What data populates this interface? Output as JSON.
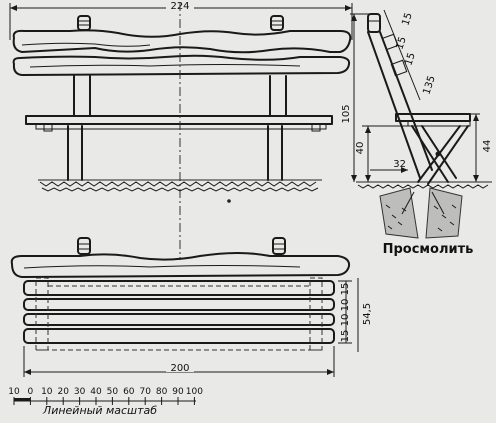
{
  "dimensions": {
    "total_width": "224",
    "height": "105",
    "side_top_1": "15",
    "side_top_2": "15",
    "side_top_3": "15",
    "side_back": "135",
    "side_seat_height": "40",
    "side_front": "32",
    "side_right": "44",
    "plan_width": "200",
    "plan_slat_1": "15",
    "plan_slat_2": "10",
    "plan_slat_3": "10",
    "plan_slat_4": "15",
    "plan_total": "54,5"
  },
  "notes": {
    "tar": "Просмолить"
  },
  "scale": {
    "ticks": [
      "10",
      "0",
      "10",
      "20",
      "30",
      "40",
      "50",
      "60",
      "70",
      "80",
      "90",
      "100"
    ],
    "caption": "Линейный масштаб"
  }
}
